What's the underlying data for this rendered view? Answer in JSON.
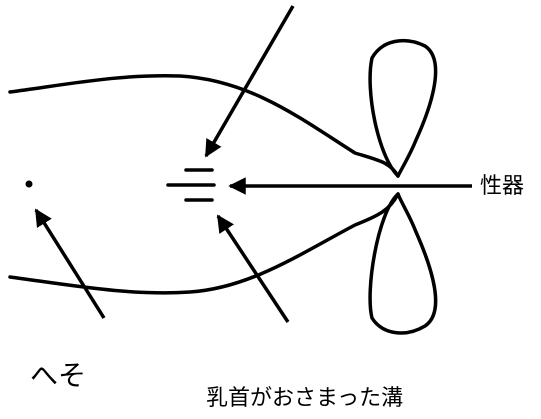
{
  "labels": {
    "genital": "性器",
    "navel": "へそ",
    "mammary_slit": "乳首がおさまった溝"
  },
  "colors": {
    "ink": "#000000",
    "background": "#ffffff"
  }
}
